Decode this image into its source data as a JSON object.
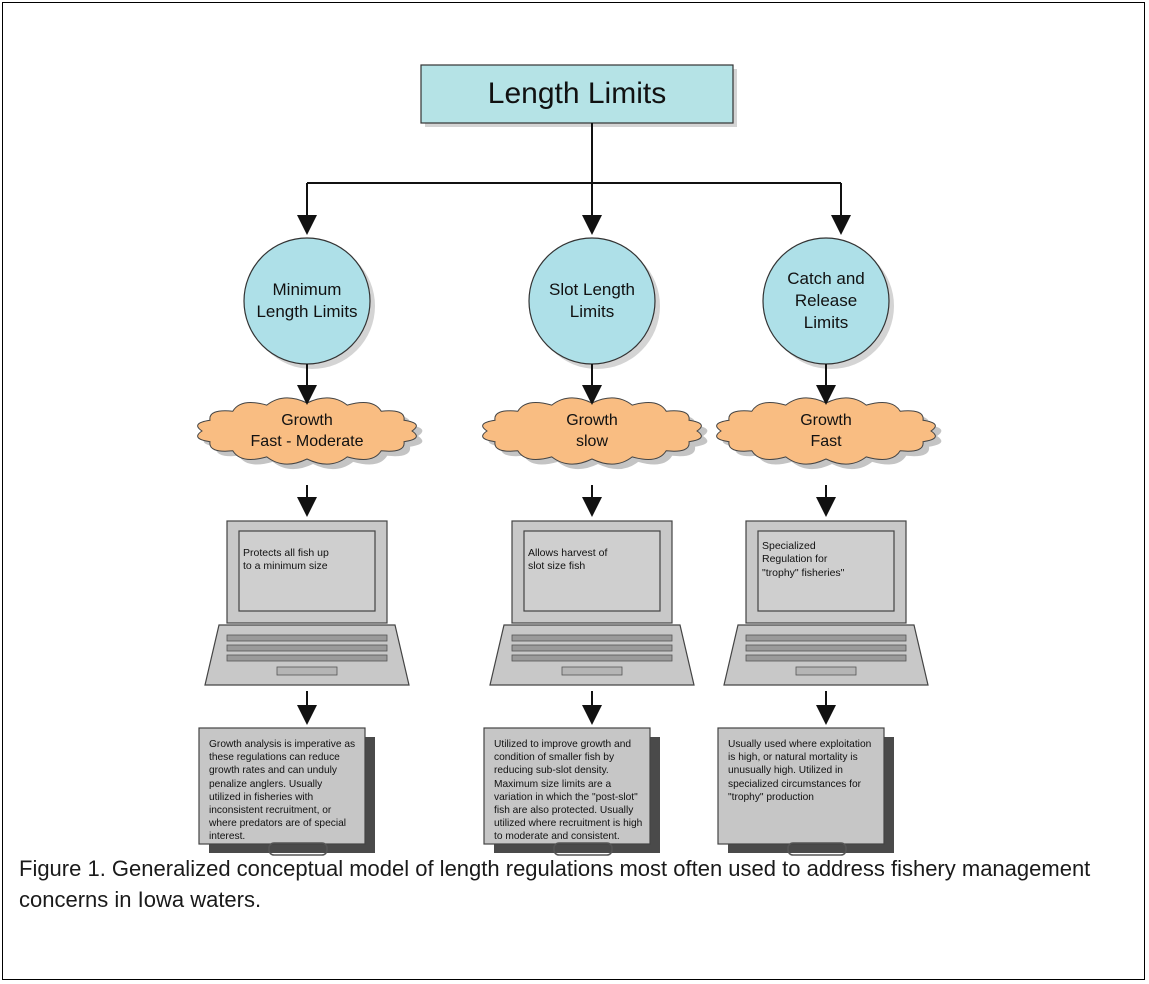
{
  "title": "Length Limits",
  "columns": [
    {
      "limit": [
        "Minimum",
        "Length Limits"
      ],
      "growth": [
        "Growth",
        "Fast - Moderate"
      ],
      "screen_text": [
        "Protects all fish up",
        "to a minimum size"
      ],
      "description": [
        "Growth analysis is imperative as",
        "these regulations can reduce",
        "growth rates and can unduly",
        "penalize anglers.  Usually",
        "utilized in fisheries with",
        "inconsistent recruitment, or",
        "where predators are of special",
        "interest."
      ]
    },
    {
      "limit": [
        "Slot Length",
        "Limits"
      ],
      "growth": [
        "Growth",
        "slow"
      ],
      "screen_text": [
        "Allows harvest of",
        "slot size fish"
      ],
      "description": [
        "Utilized to improve growth and",
        "condition of smaller fish by",
        "reducing sub-slot density.",
        "Maximum size limits are a",
        "variation in which the \"post-slot\"",
        "fish are also protected.  Usually",
        "utilized where recruitment is high",
        "to moderate and consistent."
      ]
    },
    {
      "limit": [
        "Catch and",
        "Release",
        "Limits"
      ],
      "growth": [
        "Growth",
        "Fast"
      ],
      "screen_text": [
        "Specialized",
        "Regulation for",
        "\"trophy\" fisheries\""
      ],
      "description": [
        "Usually used where exploitation",
        "is high, or natural mortality is",
        "unusually high.  Utilized in",
        "specialized circumstances for",
        "\"trophy\" production"
      ]
    }
  ],
  "caption": "Figure 1. Generalized conceptual model of length regulations most often used to address fishery management concerns in Iowa waters.",
  "colors": {
    "title_box": "#b5e3e6",
    "circle": "#aee0e8",
    "cloud": "#f9bd82",
    "laptop": "#c8c8c8",
    "note": "#c6c6c6",
    "shadow": "#555555"
  }
}
